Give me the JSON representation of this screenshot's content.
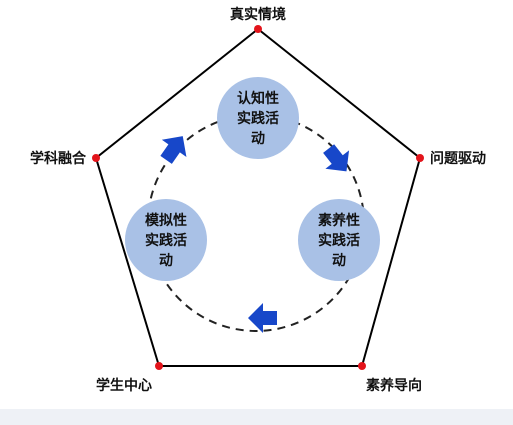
{
  "pentagon": {
    "line_color": "#000000",
    "vertex_color": "#e3141b",
    "vertices": [
      {
        "label": "真实情境"
      },
      {
        "label": "问题驱动"
      },
      {
        "label": "素养导向"
      },
      {
        "label": "学生中心"
      },
      {
        "label": "学科融合"
      }
    ]
  },
  "cycle": {
    "circle_fill": "#a9c1e6",
    "arrow_color": "#1747c9",
    "nodes": [
      {
        "lines": [
          "认知性",
          "实践活",
          "动"
        ]
      },
      {
        "lines": [
          "素养性",
          "实践活",
          "动"
        ]
      },
      {
        "lines": [
          "模拟性",
          "实践活",
          "动"
        ]
      }
    ]
  }
}
